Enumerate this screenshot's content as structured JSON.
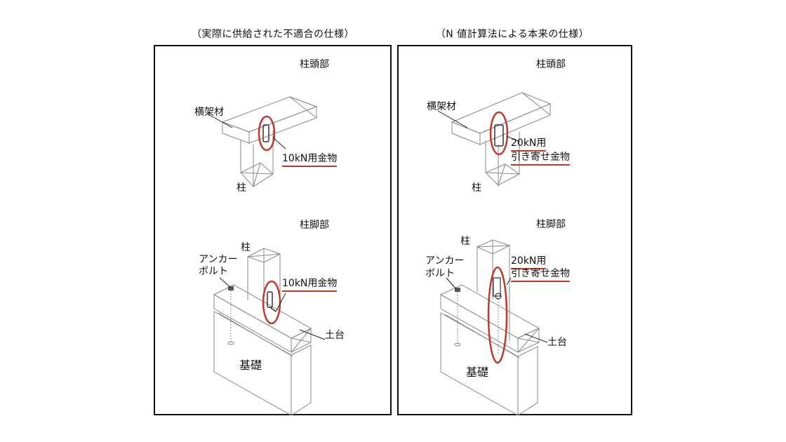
{
  "left_panel": {
    "title": "（実際に供給された不適合の仕様）",
    "section_top": "柱頭部",
    "section_bottom": "柱脚部",
    "top_beam_label": "横架材",
    "top_metal_label": "10kN用金物",
    "top_column_label": "柱",
    "bottom_column_label": "柱",
    "anchor_line1": "アンカー",
    "anchor_line2": "ボルト",
    "bottom_metal_label": "10kN用金物",
    "sill_label": "土台",
    "foundation_label": "基礎"
  },
  "right_panel": {
    "title": "（N 値計算法による本来の仕様）",
    "section_top": "柱頭部",
    "section_bottom": "柱脚部",
    "top_beam_label": "横架材",
    "top_metal_line1": "20kN用",
    "top_metal_line2": "引き寄せ金物",
    "top_column_label": "柱",
    "bottom_column_label": "柱",
    "anchor_line1": "アンカー",
    "anchor_line2": "ボルト",
    "bottom_metal_line1": "20kN用",
    "bottom_metal_line2": "引き寄せ金物",
    "sill_label": "土台",
    "foundation_label": "基礎"
  },
  "colors": {
    "highlight": "#c0392b",
    "line": "#888888",
    "border": "#111111"
  }
}
